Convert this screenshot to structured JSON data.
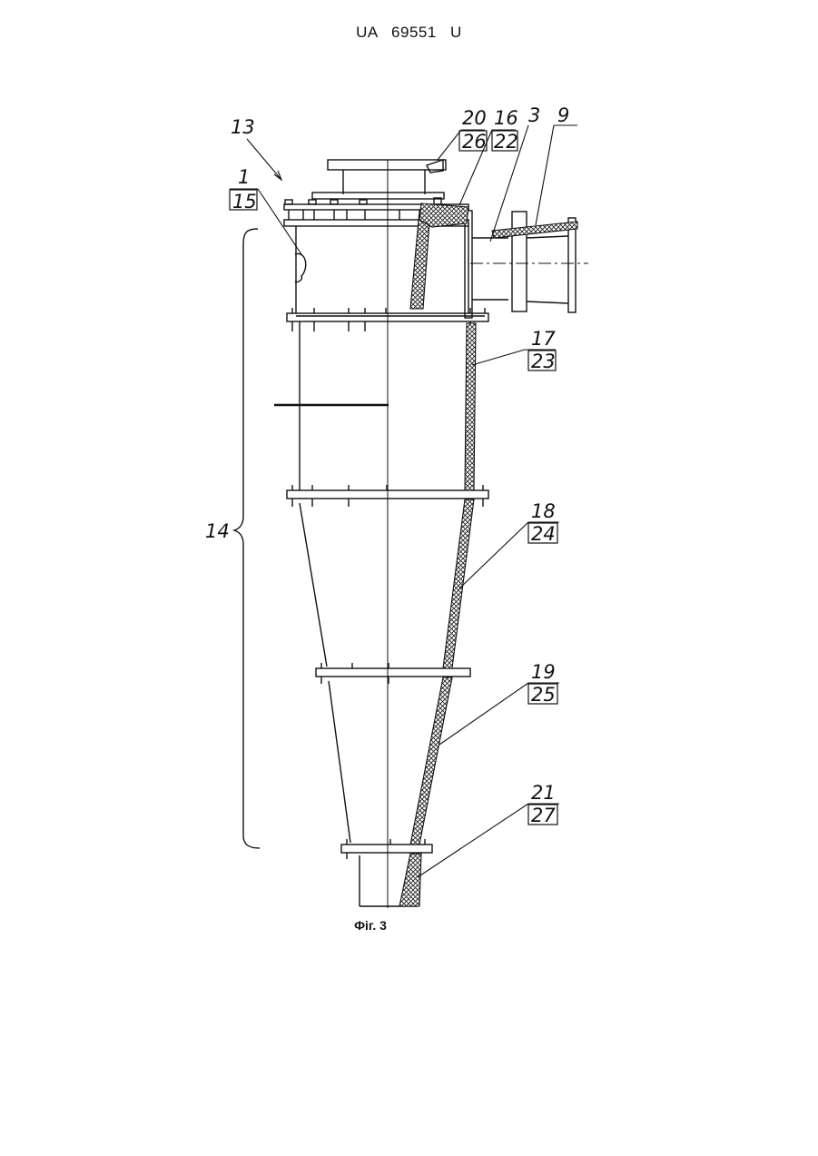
{
  "document": {
    "header": "UA 69551 U",
    "caption": "Фіг. 3"
  },
  "labels": {
    "l13": "13",
    "l1": "1",
    "l15": "15",
    "l14": "14",
    "l20": "20",
    "l26": "26",
    "l16": "16",
    "l22": "22",
    "l3": "3",
    "l9": "9",
    "l17": "17",
    "l23": "23",
    "l18": "18",
    "l24": "24",
    "l19": "19",
    "l25": "25",
    "l21": "21",
    "l27": "27"
  }
}
